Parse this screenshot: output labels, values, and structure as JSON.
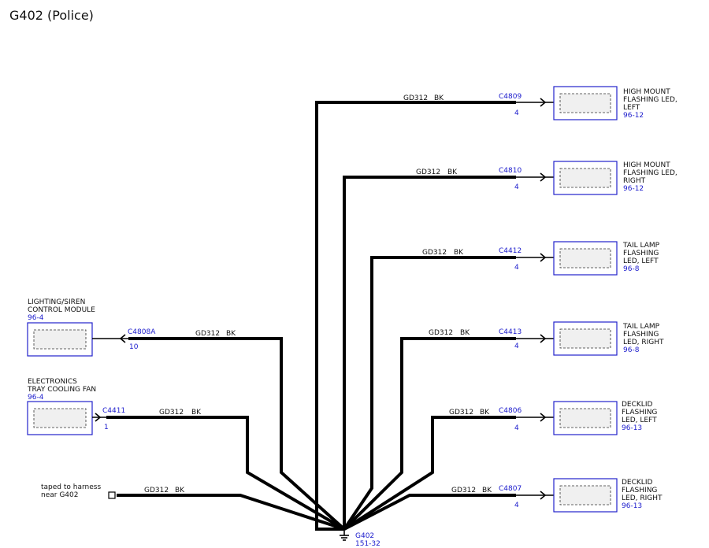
{
  "title": "G402 (Police)",
  "ground": {
    "name": "G402",
    "ref": "151-32"
  },
  "right_components": [
    {
      "connector": "C4809",
      "pin": "4",
      "wire": "GD312",
      "color": "BK",
      "label_lines": [
        "HIGH MOUNT",
        "FLASHING LED,",
        "LEFT"
      ],
      "ref": "96-12"
    },
    {
      "connector": "C4810",
      "pin": "4",
      "wire": "GD312",
      "color": "BK",
      "label_lines": [
        "HIGH MOUNT",
        "FLASHING LED,",
        "RIGHT"
      ],
      "ref": "96-12"
    },
    {
      "connector": "C4412",
      "pin": "4",
      "wire": "GD312",
      "color": "BK",
      "label_lines": [
        "TAIL LAMP",
        "FLASHING",
        "LED, LEFT"
      ],
      "ref": "96-8"
    },
    {
      "connector": "C4413",
      "pin": "4",
      "wire": "GD312",
      "color": "BK",
      "label_lines": [
        "TAIL LAMP",
        "FLASHING",
        "LED, RIGHT"
      ],
      "ref": "96-8"
    },
    {
      "connector": "C4806",
      "pin": "4",
      "wire": "GD312",
      "color": "BK",
      "label_lines": [
        "DECKLID",
        "FLASHING",
        "LED, LEFT"
      ],
      "ref": "96-13"
    },
    {
      "connector": "C4807",
      "pin": "4",
      "wire": "GD312",
      "color": "BK",
      "label_lines": [
        "DECKLID",
        "FLASHING",
        "LED, RIGHT"
      ],
      "ref": "96-13"
    }
  ],
  "left_components": [
    {
      "connector": "C4808A",
      "pin": "10",
      "wire": "GD312",
      "color": "BK",
      "label_lines": [
        "LIGHTING/SIREN",
        "CONTROL MODULE"
      ],
      "ref": "96-4"
    },
    {
      "connector": "C4411",
      "pin": "1",
      "wire": "GD312",
      "color": "BK",
      "label_lines": [
        "ELECTRONICS",
        "TRAY COOLING FAN"
      ],
      "ref": "96-4"
    }
  ],
  "taped": {
    "wire": "GD312",
    "color": "BK",
    "label_lines": [
      "taped to harness",
      "near G402"
    ]
  },
  "colors": {
    "wire": "#000000",
    "component_border": "#2222cc",
    "reference_text": "#1a1acc"
  }
}
